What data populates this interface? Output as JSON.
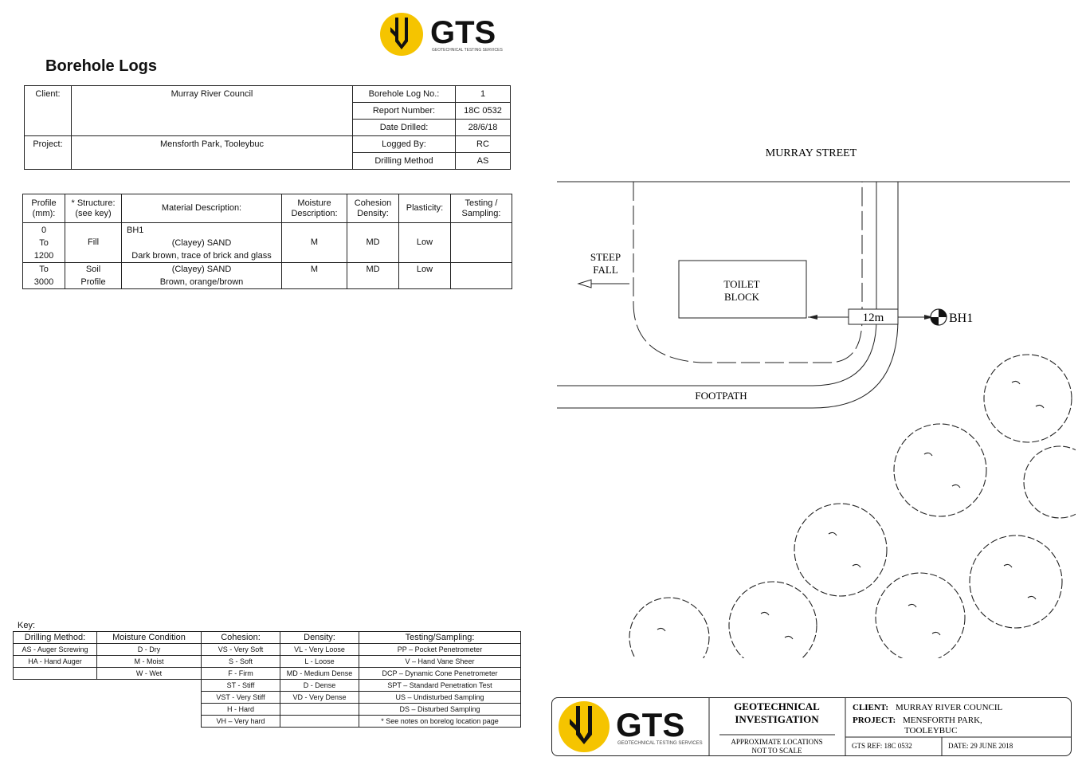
{
  "brand": {
    "name": "GTS",
    "tagline": "GEOTECHNICAL TESTING SERVICES",
    "accent": "#f5c400"
  },
  "title": "Borehole Logs",
  "info": {
    "client_label": "Client:",
    "client": "Murray River Council",
    "project_label": "Project:",
    "project": "Mensforth Park, Tooleybuc",
    "rows": [
      {
        "label": "Borehole Log No.:",
        "value": "1"
      },
      {
        "label": "Report Number:",
        "value": "18C 0532"
      },
      {
        "label": "Date Drilled:",
        "value": "28/6/18"
      },
      {
        "label": "Logged By:",
        "value": "RC"
      },
      {
        "label": "Drilling Method",
        "value": "AS"
      }
    ]
  },
  "log": {
    "headers": {
      "profile": [
        "Profile",
        "(mm):"
      ],
      "structure": [
        "* Structure:",
        "(see key)"
      ],
      "material": "Material Description:",
      "moisture": [
        "Moisture",
        "Description:"
      ],
      "cohesion": [
        "Cohesion",
        "Density:"
      ],
      "plasticity": "Plasticity:",
      "testing": [
        "Testing /",
        "Sampling:"
      ]
    },
    "row1": {
      "profile": [
        "0",
        "To",
        "1200"
      ],
      "structure": "Fill",
      "material": [
        "BH1",
        "(Clayey) SAND",
        "Dark brown, trace of brick and glass"
      ],
      "moisture": "M",
      "cohesion": "MD",
      "plasticity": "Low",
      "testing": ""
    },
    "row2": {
      "profile": [
        "To",
        "3000"
      ],
      "structure": [
        "Soil",
        "Profile"
      ],
      "material": [
        "(Clayey) SAND",
        "Brown, orange/brown"
      ],
      "moisture": "M",
      "cohesion": "MD",
      "plasticity": "Low",
      "testing": ""
    }
  },
  "key": {
    "label": "Key:",
    "headers": [
      "Drilling Method:",
      "Moisture Condition",
      "Cohesion:",
      "Density:",
      "Testing/Sampling:"
    ],
    "drilling": [
      "AS - Auger Screwing",
      "HA - Hand Auger",
      ""
    ],
    "moisture": [
      "D - Dry",
      "M - Moist",
      "W - Wet"
    ],
    "cohesion": [
      "VS - Very Soft",
      "S - Soft",
      "F - Firm",
      "ST - Stiff",
      "VST - Very Stiff",
      "H - Hard",
      "VH – Very hard"
    ],
    "density": [
      "VL - Very Loose",
      "L - Loose",
      "MD - Medium Dense",
      "D - Dense",
      "VD - Very Dense",
      "",
      ""
    ],
    "testing": [
      "PP – Pocket Penetrometer",
      "V – Hand Vane Sheer",
      "DCP – Dynamic Cone Penetrometer",
      "SPT – Standard Penetration Test",
      "US – Undisturbed Sampling",
      "DS – Disturbed Sampling",
      "* See notes on borelog location page"
    ]
  },
  "site": {
    "street": "MURRAY STREET",
    "steep": [
      "STEEP",
      "FALL"
    ],
    "toilet": [
      "TOILET",
      "BLOCK"
    ],
    "distance": "12m",
    "borehole": "BH1",
    "footpath": "FOOTPATH"
  },
  "titleblock": {
    "heading": [
      "GEOTECHNICAL",
      "INVESTIGATION"
    ],
    "note": [
      "APPROXIMATE LOCATIONS",
      "NOT TO SCALE"
    ],
    "client_label": "CLIENT:",
    "client": "MURRAY RIVER COUNCIL",
    "project_label": "PROJECT:",
    "project": [
      "MENSFORTH PARK,",
      "TOOLEYBUC"
    ],
    "ref": "GTS REF: 18C 0532",
    "date": "DATE: 29 JUNE 2018"
  }
}
